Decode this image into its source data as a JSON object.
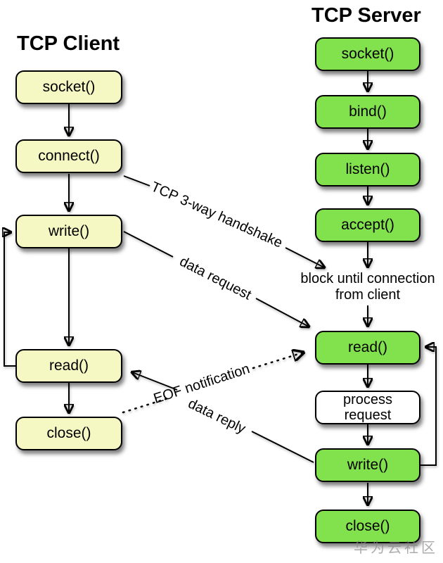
{
  "client": {
    "title": "TCP Client",
    "socket": "socket()",
    "connect": "connect()",
    "write": "write()",
    "read": "read()",
    "close": "close()"
  },
  "server": {
    "title": "TCP Server",
    "socket": "socket()",
    "bind": "bind()",
    "listen": "listen()",
    "accept": "accept()",
    "block_note_line1": "block until connection",
    "block_note_line2": "from client",
    "read": "read()",
    "process_line1": "process",
    "process_line2": "request",
    "write": "write()",
    "close": "close()"
  },
  "annotations": {
    "handshake": "TCP 3-way handshake",
    "data_request": "data request",
    "eof_notification": "EOF notification",
    "data_reply": "data reply"
  },
  "watermark": "华为云社区",
  "colors": {
    "client_box": "#f5f8c3",
    "server_box": "#81e24e",
    "process_box": "#ffffff",
    "line": "#000000",
    "watermark": "#8a8a8a"
  }
}
